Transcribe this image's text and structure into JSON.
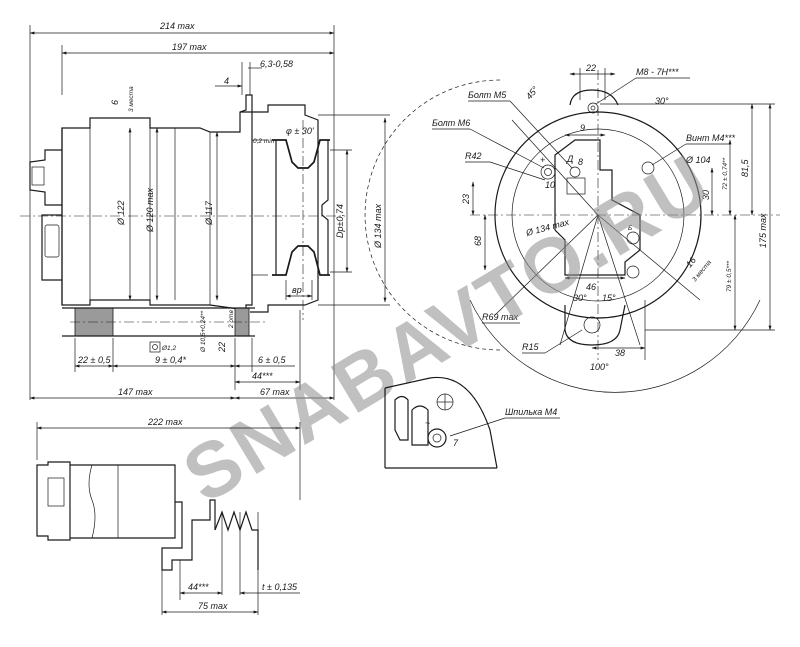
{
  "watermark": "SNABAVTO.RU",
  "colors": {
    "line": "#1a1a1a",
    "hatch": "#9a9a9a",
    "watermark": "#8d8d8d"
  },
  "front_view": {
    "dims": {
      "overall_214": "214 max",
      "overall_197": "197 max",
      "d_6_3": "6,3-0,58",
      "d_4": "4",
      "d_6": "6",
      "d_3places": "3 места",
      "d_0_2": "0,2 min",
      "phi_30": "φ ± 30'",
      "d_122": "Ø 122",
      "d_120": "Ø 120 max",
      "d_117": "Ø 117",
      "dp": "Dp±0,74",
      "d_134": "Ø 134 max",
      "d_10_5": "Ø 10,5+0,24**",
      "d_22": "22",
      "d_2otv": "2 отв",
      "vr": "вр",
      "d_22_05": "22 ± 0,5",
      "d_9_04": "9 ± 0,4*",
      "d_6_05": "6 ± 0,5",
      "d_44": "44***",
      "d_147": "147 max",
      "d_67": "67 max",
      "ground_mark": "Ø1,2"
    }
  },
  "side_view": {
    "labels": {
      "bolt_m5": "Болт М5",
      "bolt_m6": "Болт М6",
      "r42": "R42",
      "m8": "М8 - 7Н***",
      "vint_m4": "Винт М4***",
      "d_104": "Ø 104",
      "d_134": "Ø 134 max",
      "r69": "R69 max",
      "r15": "R15"
    },
    "dims": {
      "d_22": "22",
      "d_9": "9",
      "d_8": "8",
      "d_10": "10",
      "d_23": "23",
      "d_68": "68",
      "d_46": "46",
      "a_45": "45°",
      "a_30": "30°",
      "a_30b": "30°",
      "a_15": "15°",
      "a_100": "100°",
      "d_72": "72 ± 0,74**",
      "d_30": "30",
      "d_81_5": "81,5",
      "d_175": "175 max",
      "d_79": "79 ± 0,5***",
      "d_16": "16",
      "d_3places": "3 места",
      "d_38": "38",
      "plus": "+",
      "d_mark": "Д",
      "b_mark": "Б"
    }
  },
  "detail_view": {
    "label": "Шпилька М4",
    "d_7": "7",
    "wave": "~"
  },
  "bottom_view": {
    "dims": {
      "d_222": "222 max",
      "d_44": "44***",
      "d_t": "t ± 0,135",
      "d_75": "75 max"
    }
  }
}
